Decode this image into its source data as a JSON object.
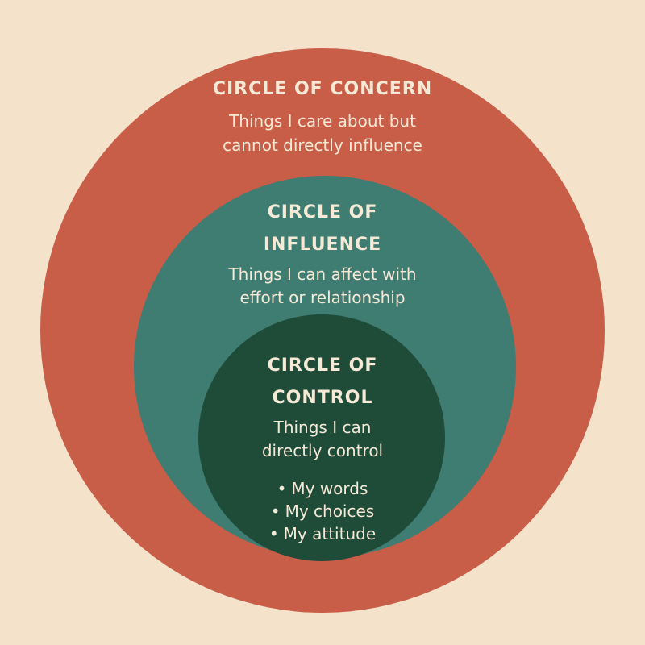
{
  "colors": {
    "background": "#f4e2ca",
    "concern": "#c85d48",
    "influence": "#3f7c72",
    "control": "#1f4b39",
    "text": "#f6ead7"
  },
  "concern": {
    "title": "CIRCLE OF CONCERN",
    "description_line1": "Things I care about but",
    "description_line2": "cannot directly influence"
  },
  "influence": {
    "title_line1": "CIRCLE OF",
    "title_line2": "INFLUENCE",
    "description_line1": "Things I can affect with",
    "description_line2": "effort or relationship"
  },
  "control": {
    "title_line1": "CIRCLE OF",
    "title_line2": "CONTROL",
    "description_line1": "Things I can",
    "description_line2": "directly control",
    "items": [
      {
        "bullet": "•",
        "label": "My words"
      },
      {
        "bullet": "•",
        "label": "My choices"
      },
      {
        "bullet": "•",
        "label": "My attitude"
      }
    ]
  }
}
